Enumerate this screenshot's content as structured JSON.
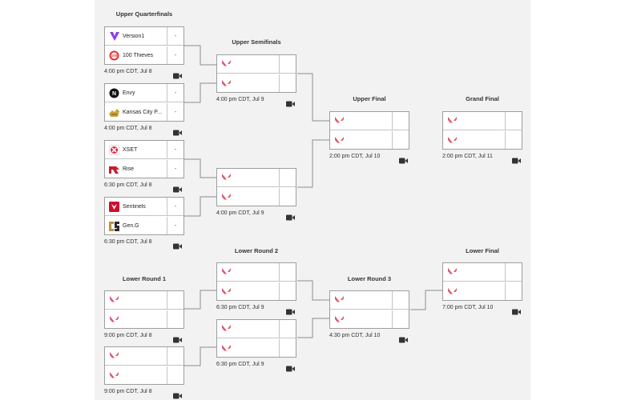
{
  "columns": {
    "upper_quarterfinals": "Upper Quarterfinals",
    "upper_semifinals": "Upper Semifinals",
    "upper_final": "Upper Final",
    "grand_final": "Grand Final",
    "lower_round_1": "Lower Round 1",
    "lower_round_2": "Lower Round 2",
    "lower_round_3": "Lower Round 3",
    "lower_final": "Lower Final"
  },
  "uqf1": {
    "team1": "Version1",
    "score1": "-",
    "team2": "100 Thieves",
    "score2": "-",
    "time": "4:00 pm CDT, Jul 8"
  },
  "uqf2": {
    "team1": "Envy",
    "score1": "-",
    "team2": "Kansas City P...",
    "score2": "-",
    "time": "4:00 pm CDT, Jul 8"
  },
  "uqf3": {
    "team1": "XSET",
    "score1": "-",
    "team2": "Rise",
    "score2": "-",
    "time": "6:30 pm CDT, Jul 8"
  },
  "uqf4": {
    "team1": "Sentinels",
    "score1": "-",
    "team2": "Gen.G",
    "score2": "-",
    "time": "6:30 pm CDT, Jul 8"
  },
  "usf1": {
    "time": "4:00 pm CDT, Jul 9"
  },
  "usf2": {
    "time": "4:00 pm CDT, Jul 9"
  },
  "uf": {
    "time": "2:00 pm CDT, Jul 10"
  },
  "gf": {
    "time": "2:00 pm CDT, Jul 11"
  },
  "lr1a": {
    "time": "9:00 pm CDT, Jul 8"
  },
  "lr1b": {
    "time": "9:00 pm CDT, Jul 8"
  },
  "lr2a": {
    "time": "6:30 pm CDT, Jul 9"
  },
  "lr2b": {
    "time": "6:30 pm CDT, Jul 9"
  },
  "lr3": {
    "time": "4:30 pm CDT, Jul 10"
  },
  "lf": {
    "time": "7:00 pm CDT, Jul 10"
  },
  "icons": {
    "placeholder": "valorant-logo-icon",
    "stream": "video-camera-icon"
  },
  "colors": {
    "placeholder_logo": "#e0566a",
    "panel": "#f2f2f2",
    "border": "#9e9e9e"
  }
}
